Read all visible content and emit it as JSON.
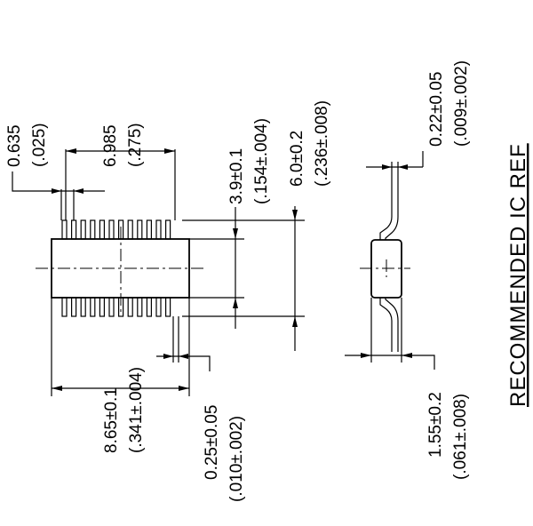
{
  "dimensions": {
    "pitch_mm": "0.635",
    "pitch_in": "(.025)",
    "lead_span_mm": "6.985",
    "lead_span_in": "(.275)",
    "body_width_mm": "3.9±0.1",
    "body_width_in": "(.154±.004)",
    "overall_width_mm": "6.0±0.2",
    "overall_width_in": "(.236±.008)",
    "lead_thickness_mm": "0.22±0.05",
    "lead_thickness_in": "(.009±.002)",
    "body_length_mm": "8.65±0.1",
    "body_length_in": "(.341±.004)",
    "lead_width_mm": "0.25±0.05",
    "lead_width_in": "(.010±.002)",
    "height_mm": "1.55±0.2",
    "height_in": "(.061±.008)"
  },
  "note": "RECOMMENDED IC REF"
}
